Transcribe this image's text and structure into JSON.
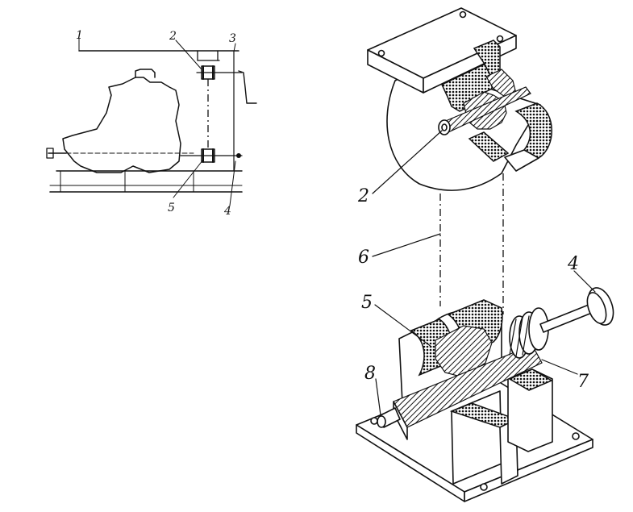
{
  "labels": {
    "inset_1": "1",
    "inset_2": "2",
    "inset_3": "3",
    "inset_4": "4",
    "inset_5": "5",
    "main_2": "2",
    "main_4": "4",
    "main_5": "5",
    "main_6": "6",
    "main_7": "7",
    "main_8": "8"
  }
}
